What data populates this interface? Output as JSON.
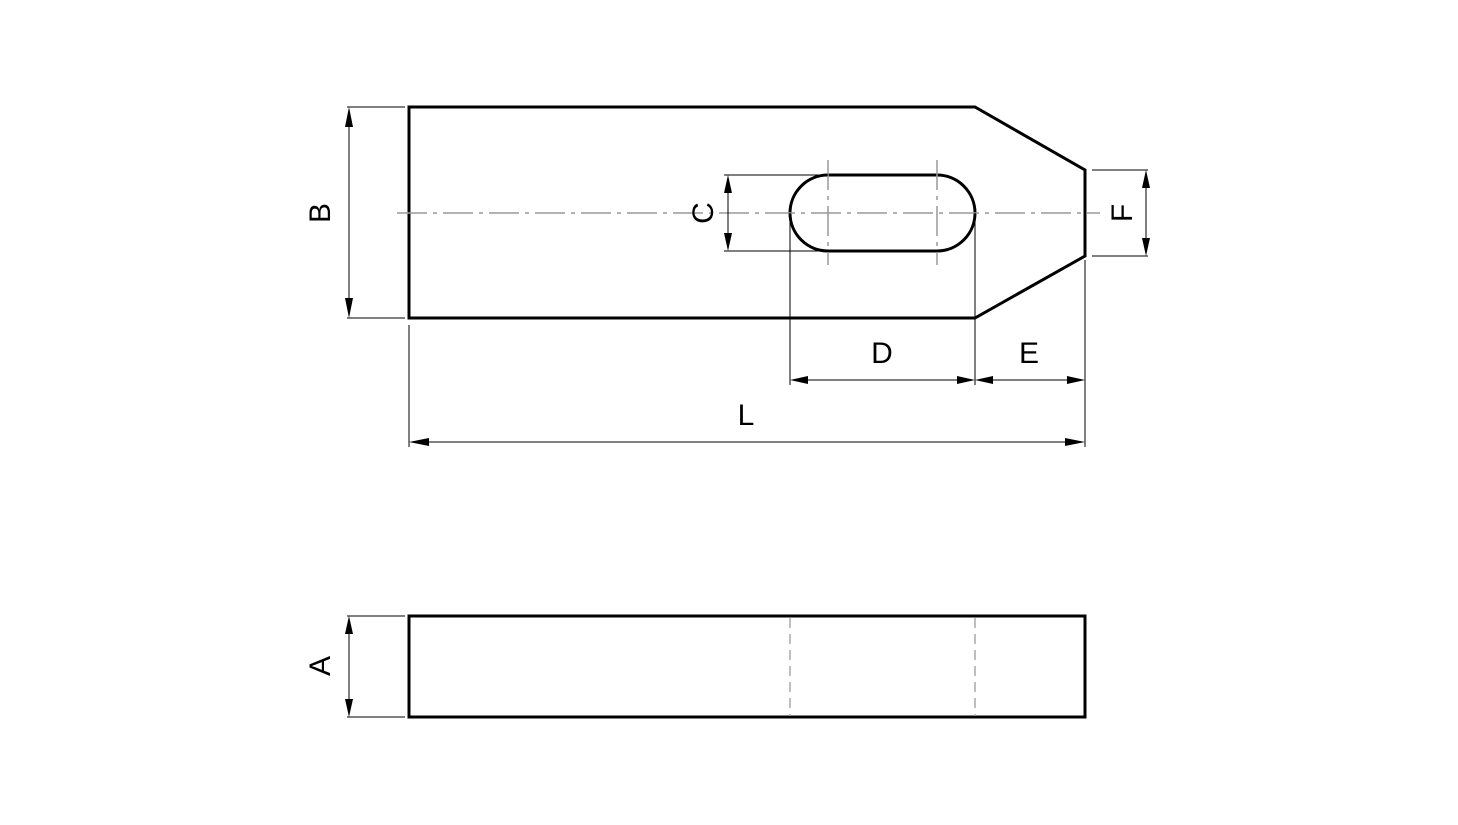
{
  "colors": {
    "background": "#ffffff",
    "outline": "#000000",
    "center_line": "#999999",
    "hidden_line": "#aaaaaa"
  },
  "dimensions": {
    "A": "A",
    "B": "B",
    "C": "C",
    "D": "D",
    "E": "E",
    "F": "F",
    "L": "L"
  }
}
